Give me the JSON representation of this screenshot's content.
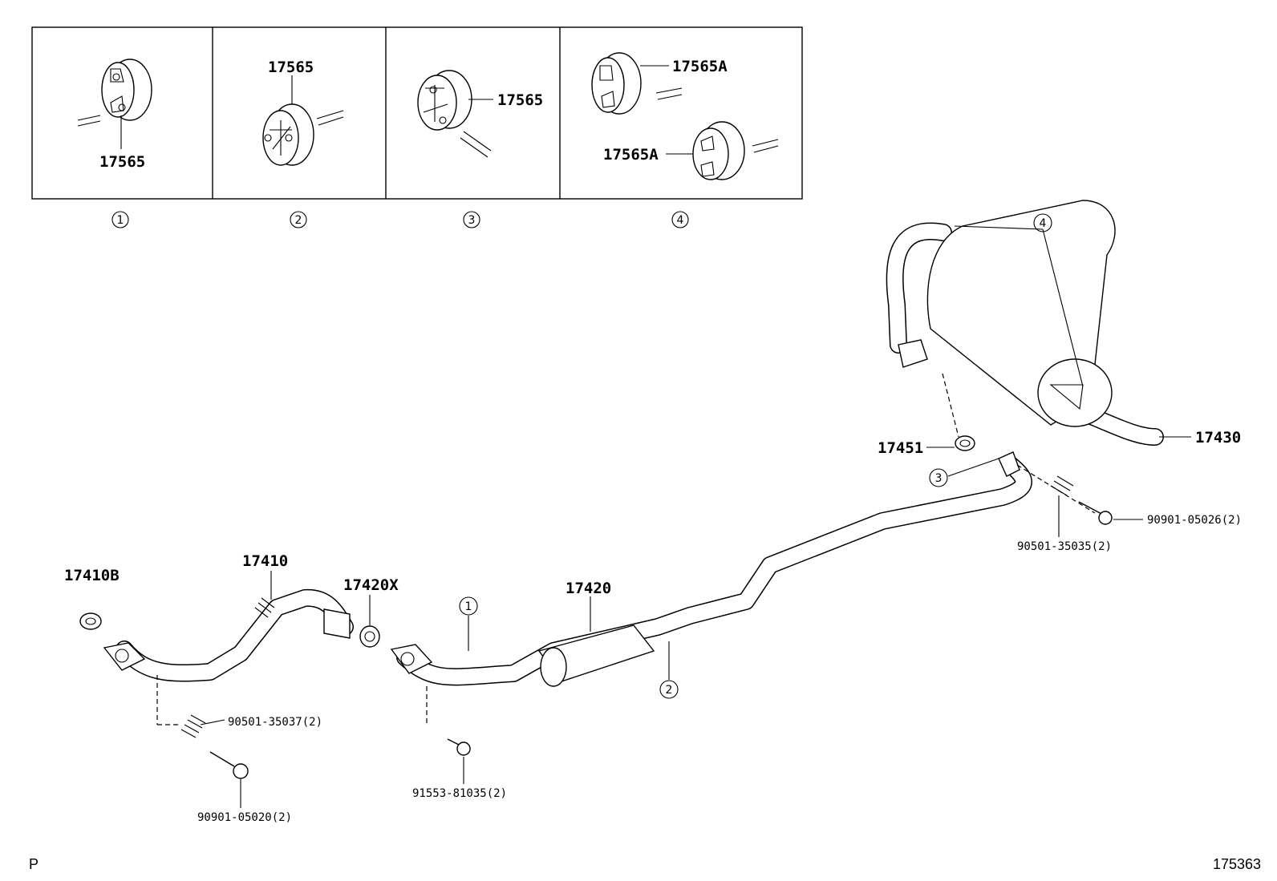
{
  "inset_panels": [
    {
      "index": "1",
      "labels": [
        "17565"
      ]
    },
    {
      "index": "2",
      "labels": [
        "17565"
      ]
    },
    {
      "index": "3",
      "labels": [
        "17565"
      ]
    },
    {
      "index": "4",
      "labels": [
        "17565A",
        "17565A"
      ]
    }
  ],
  "callouts": {
    "c1": "1",
    "c2": "2",
    "c3": "3",
    "c4": "4"
  },
  "part_labels": {
    "p17410B": "17410B",
    "p17410": "17410",
    "p17420X": "17420X",
    "p17420": "17420",
    "p17451": "17451",
    "p17430": "17430",
    "p90901_05026": "90901-05026(2)",
    "p90501_35035": "90501-35035(2)",
    "p90501_35037": "90501-35037(2)",
    "p90901_05020": "90901-05020(2)",
    "p91553_81035": "91553-81035(2)"
  },
  "corner": {
    "letter": "P",
    "code": "175363"
  }
}
